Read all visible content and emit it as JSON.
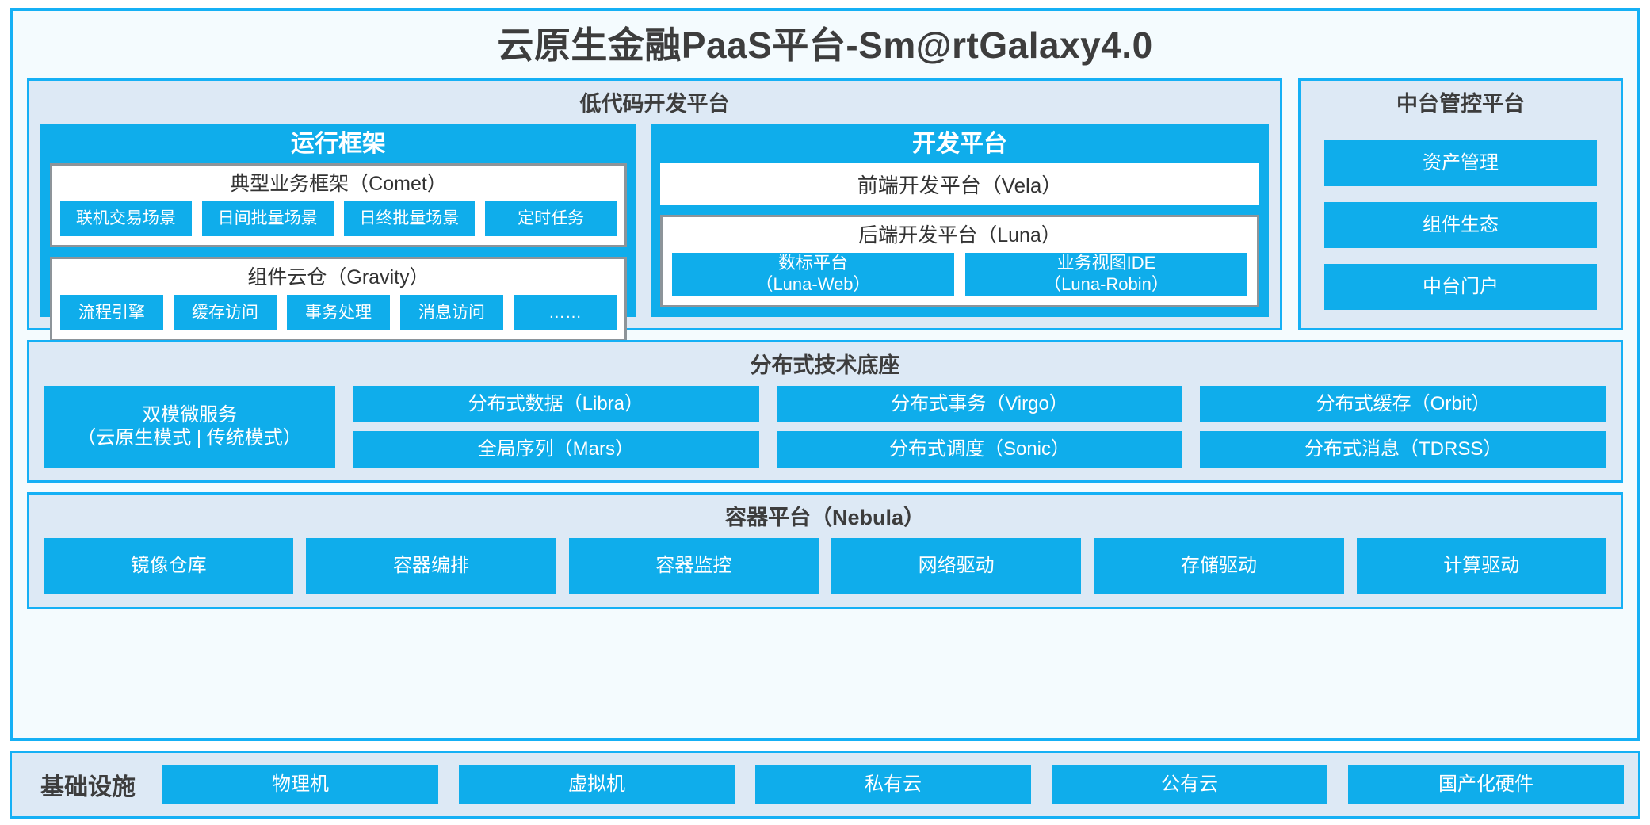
{
  "title": "云原生金融PaaS平台-Sm@rtGalaxy4.0",
  "colors": {
    "accent": "#0fadeb",
    "frame_border": "#15b0f5",
    "panel_fill": "#dde9f5",
    "page_fill": "#f4fbfe",
    "card_border": "#8d9499",
    "text_dark": "#3d3d3d"
  },
  "lowcode": {
    "title": "低代码开发平台",
    "runtime": {
      "title": "运行框架",
      "comet": {
        "title": "典型业务框架（Comet）",
        "items": [
          "联机交易场景",
          "日间批量场景",
          "日终批量场景",
          "定时任务"
        ]
      },
      "gravity": {
        "title": "组件云仓（Gravity）",
        "items": [
          "流程引擎",
          "缓存访问",
          "事务处理",
          "消息访问",
          "……"
        ]
      }
    },
    "devplatform": {
      "title": "开发平台",
      "frontend": "前端开发平台（Vela）",
      "backend": {
        "title": "后端开发平台（Luna）",
        "items": [
          {
            "name": "数标平台",
            "code": "（Luna-Web）"
          },
          {
            "name": "业务视图IDE",
            "code": "（Luna-Robin）"
          }
        ]
      }
    }
  },
  "midplatform": {
    "title": "中台管控平台",
    "items": [
      "资产管理",
      "组件生态",
      "中台门户"
    ]
  },
  "base": {
    "title": "分布式技术底座",
    "microservice": {
      "name": "双模微服务",
      "mode": "（云原生模式 | 传统模式）"
    },
    "columns": [
      [
        "分布式数据（Libra）",
        "全局序列（Mars）"
      ],
      [
        "分布式事务（Virgo）",
        "分布式调度（Sonic）"
      ],
      [
        "分布式缓存（Orbit）",
        "分布式消息（TDRSS）"
      ]
    ]
  },
  "container": {
    "title": "容器平台（Nebula）",
    "items": [
      "镜像仓库",
      "容器编排",
      "容器监控",
      "网络驱动",
      "存储驱动",
      "计算驱动"
    ]
  },
  "infrastructure": {
    "label": "基础设施",
    "items": [
      "物理机",
      "虚拟机",
      "私有云",
      "公有云",
      "国产化硬件"
    ]
  }
}
